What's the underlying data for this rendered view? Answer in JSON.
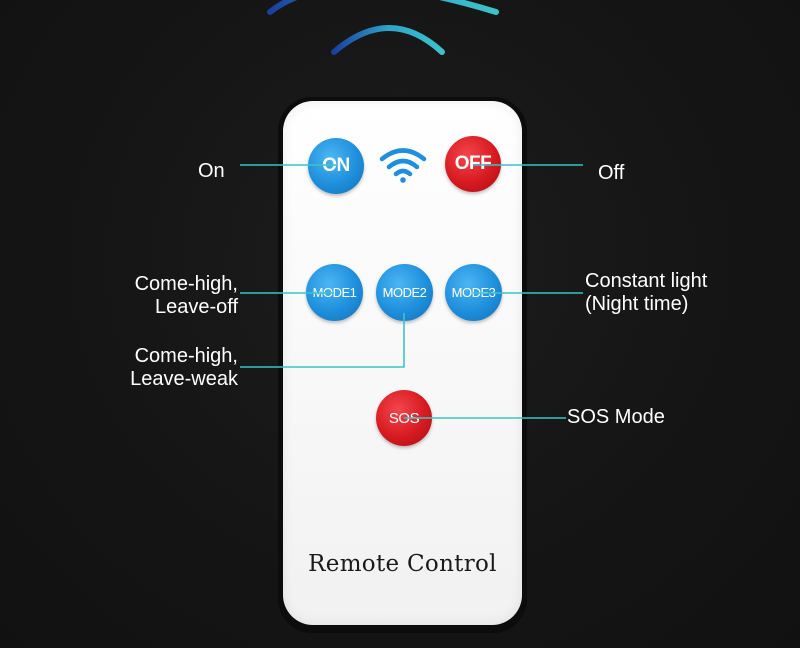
{
  "remote": {
    "title": "Remote Control",
    "buttons": {
      "on": "ON",
      "off": "OFF",
      "mode1": "MODE1",
      "mode2": "MODE2",
      "mode3": "MODE3",
      "sos": "SOS"
    }
  },
  "callouts": {
    "on": "On",
    "off": "Off",
    "mode1": [
      "Come-high,",
      "Leave-off"
    ],
    "mode2": [
      "Come-high,",
      "Leave-weak"
    ],
    "mode3": [
      "Constant light",
      "(Night time)"
    ],
    "sos": "SOS Mode"
  },
  "icons": {
    "signal": "wifi-signal-icon",
    "waves": "ir-signal-waves"
  },
  "colors": {
    "background": "#141414",
    "leader_line": "#3cc3c8",
    "blue_button": "#1e8fdc",
    "red_button": "#d71a21",
    "remote_face": "#ffffff"
  }
}
